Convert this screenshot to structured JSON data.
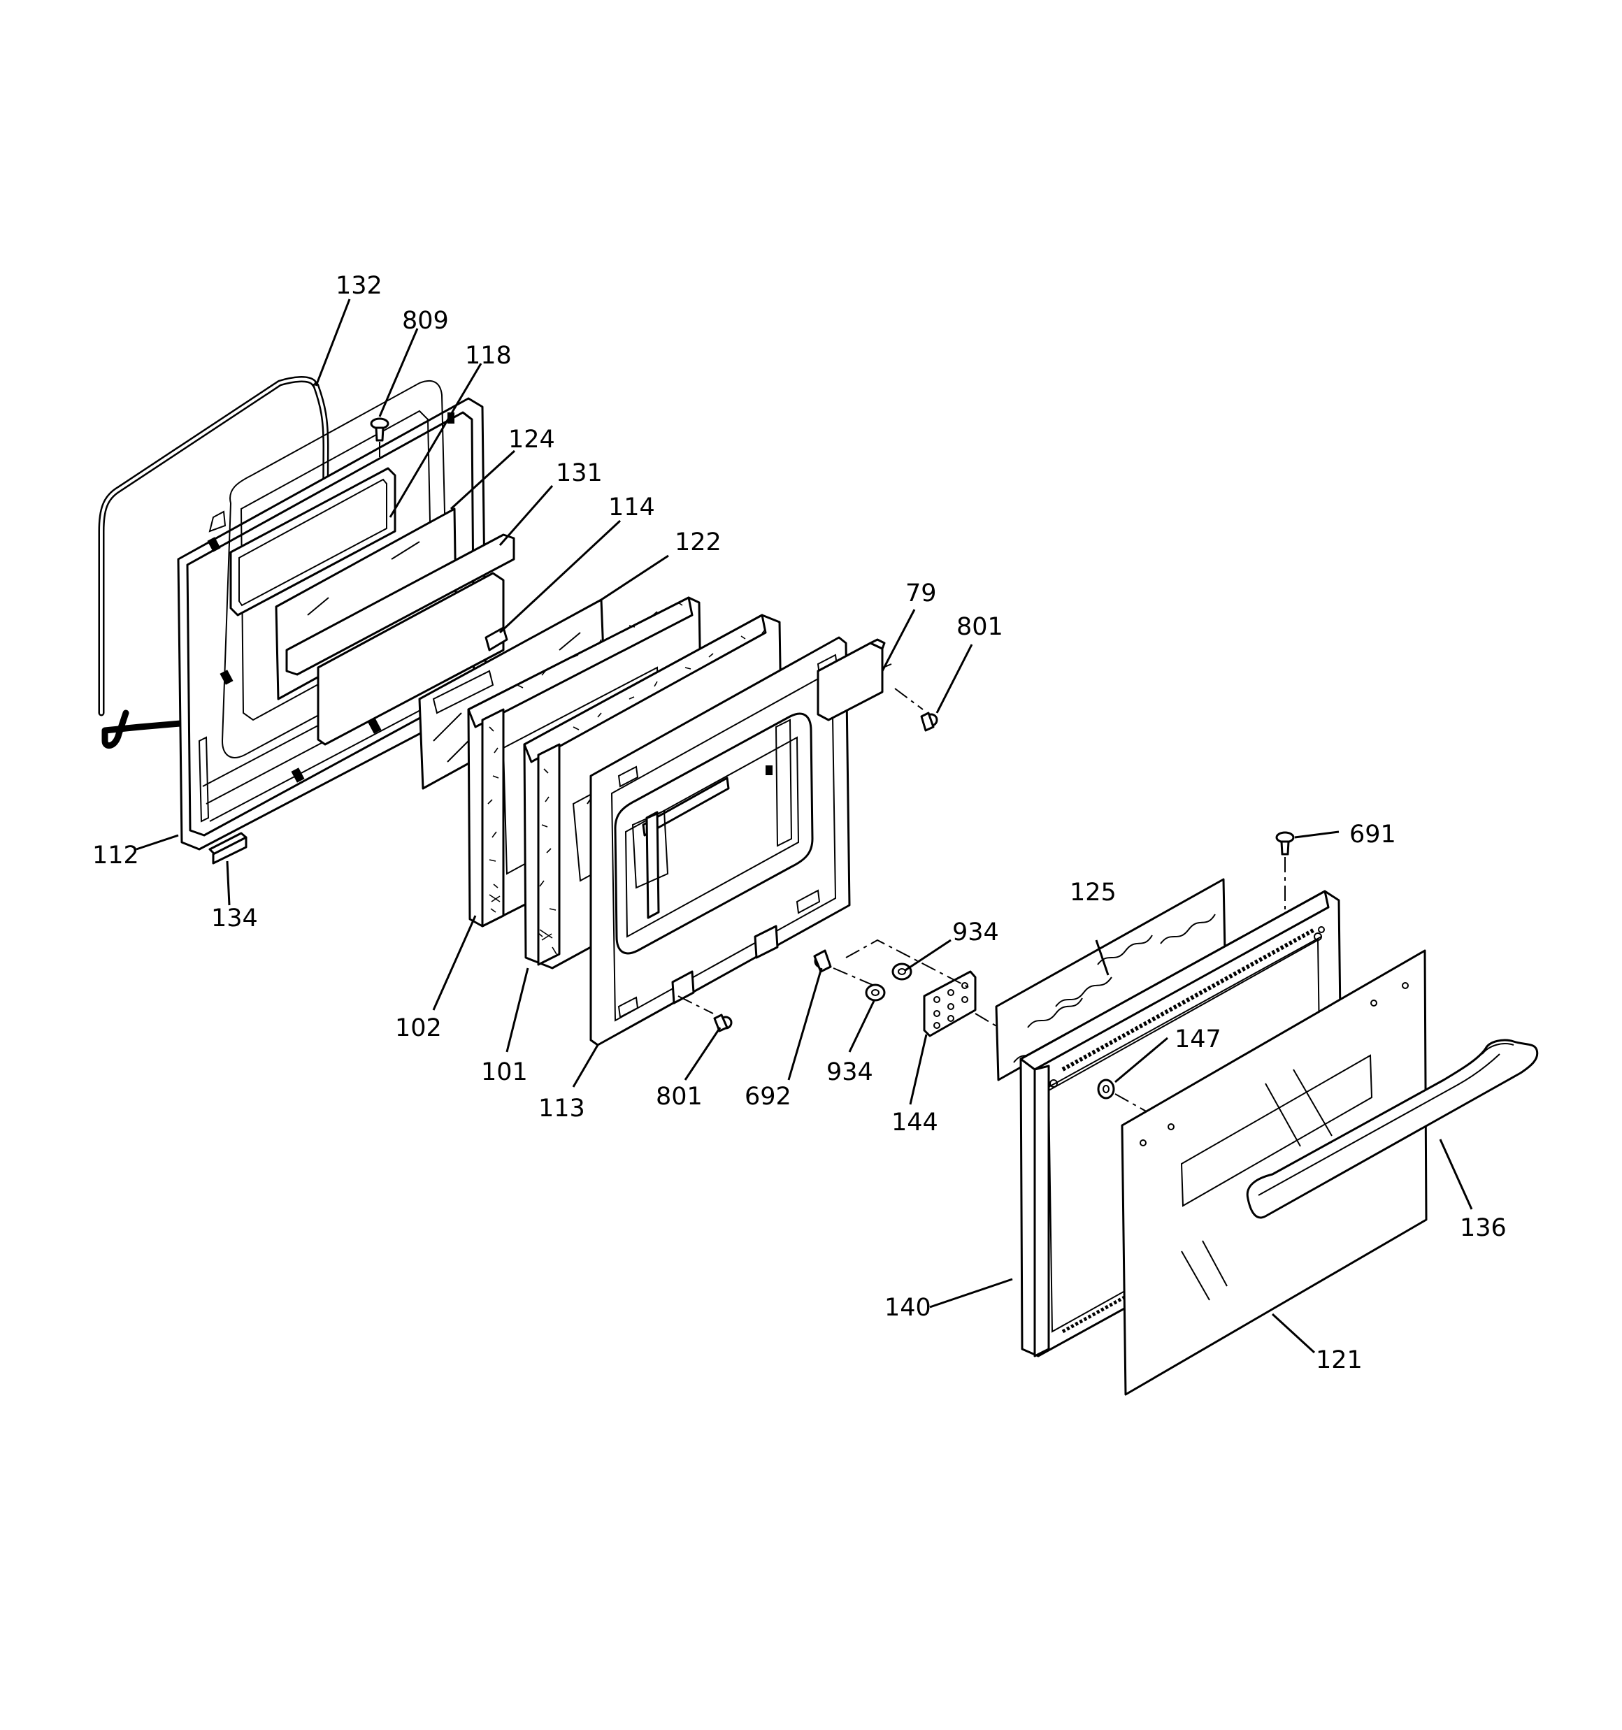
{
  "callouts": [
    {
      "id": "c132",
      "label": "132"
    },
    {
      "id": "c809",
      "label": "809"
    },
    {
      "id": "c118",
      "label": "118"
    },
    {
      "id": "c124",
      "label": "124"
    },
    {
      "id": "c131",
      "label": "131"
    },
    {
      "id": "c114",
      "label": "114"
    },
    {
      "id": "c122",
      "label": "122"
    },
    {
      "id": "c79",
      "label": "79"
    },
    {
      "id": "c801a",
      "label": "801"
    },
    {
      "id": "c112",
      "label": "112"
    },
    {
      "id": "c134",
      "label": "134"
    },
    {
      "id": "c102",
      "label": "102"
    },
    {
      "id": "c101",
      "label": "101"
    },
    {
      "id": "c113",
      "label": "113"
    },
    {
      "id": "c801b",
      "label": "801"
    },
    {
      "id": "c692",
      "label": "692"
    },
    {
      "id": "c934a",
      "label": "934"
    },
    {
      "id": "c934b",
      "label": "934"
    },
    {
      "id": "c144",
      "label": "144"
    },
    {
      "id": "c691",
      "label": "691"
    },
    {
      "id": "c125",
      "label": "125"
    },
    {
      "id": "c147",
      "label": "147"
    },
    {
      "id": "c136",
      "label": "136"
    },
    {
      "id": "c140",
      "label": "140"
    },
    {
      "id": "c121",
      "label": "121"
    }
  ]
}
